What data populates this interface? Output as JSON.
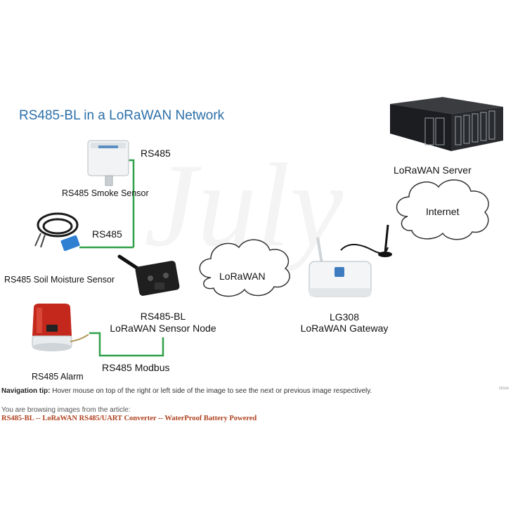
{
  "title": "RS485-BL in a LoRaWAN Network",
  "watermark": "July",
  "labels": {
    "rs485_top": "RS485",
    "smoke_sensor": "RS485 Smoke Sensor",
    "rs485_mid": "RS485",
    "soil_sensor": "RS485 Soil Moisture Sensor",
    "node_line1": "RS485-BL",
    "node_line2": "LoRaWAN Sensor Node",
    "alarm": "RS485 Alarm",
    "modbus": "RS485 Modbus",
    "lorawan_cloud": "LoRaWAN",
    "gateway_line1": "LG308",
    "gateway_line2": "LoRaWAN Gateway",
    "internet_cloud": "Internet",
    "server": "LoRaWAN Server"
  },
  "footer": {
    "nav_tip_label": "Navigation tip:",
    "nav_tip_text": " Hover mouse on top of the right or left side of the image to see the next or previous image respectively.",
    "browsing": "You are browsing images from the article:",
    "article_link": "RS485-BL -- LoRaWAN RS485/UART Converter -- WaterProof Battery Powered",
    "close": "close"
  },
  "colors": {
    "title": "#2c6fa8",
    "wire": "#2fa04a",
    "article_link": "#b0421f"
  }
}
